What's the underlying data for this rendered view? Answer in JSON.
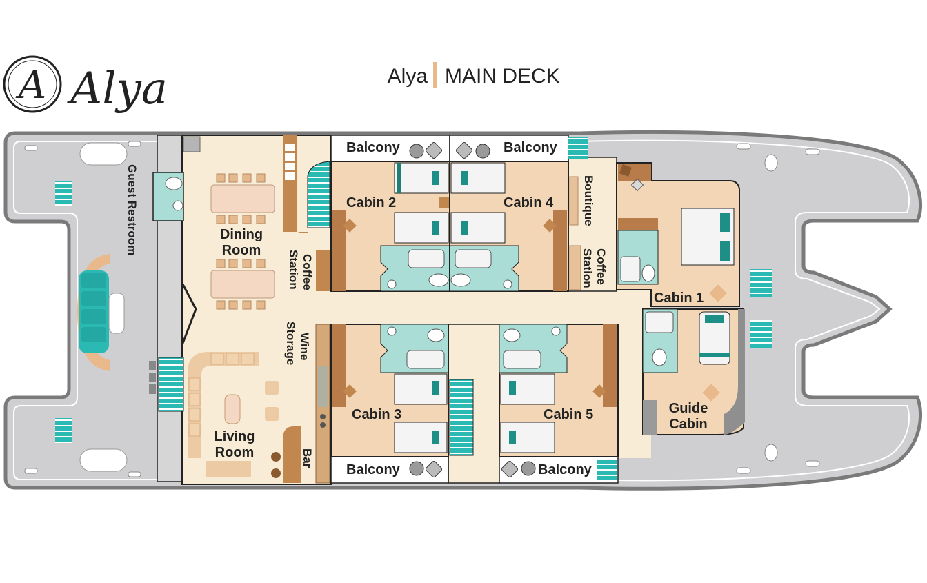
{
  "logo": {
    "monogram": "A",
    "name": "Alya"
  },
  "header": {
    "ship": "Alya",
    "deck": "MAIN DECK"
  },
  "colors": {
    "hull": "#d0d0d2",
    "hull_outline": "#777777",
    "floor": "#f9ecd6",
    "cabin": "#f2d6b6",
    "bath": "#a9ddd6",
    "teal": "#2bb9b4",
    "wood": "#b87c4a",
    "bed": "#f4f4f4",
    "balcony": "#ffffff",
    "title_bar": "#e9b88b"
  },
  "rooms": {
    "guest_restroom": "Guest Restroom",
    "dining_room": {
      "line1": "Dining",
      "line2": "Room"
    },
    "coffee_station_left": {
      "line1": "Coffee",
      "line2": "Station"
    },
    "coffee_station_right": {
      "line1": "Coffee",
      "line2": "Station"
    },
    "wine_storage": {
      "line1": "Wine",
      "line2": "Storage"
    },
    "living_room": {
      "line1": "Living",
      "line2": "Room"
    },
    "bar": "Bar",
    "boutique": "Boutique",
    "cabin_1": "Cabin 1",
    "cabin_2": "Cabin 2",
    "cabin_3": "Cabin 3",
    "cabin_4": "Cabin 4",
    "cabin_5": "Cabin 5",
    "guide_cabin": {
      "line1": "Guide",
      "line2": "Cabin"
    },
    "balcony_cabin_2": "Balcony",
    "balcony_cabin_4": "Balcony",
    "balcony_cabin_3": "Balcony",
    "balcony_cabin_5": "Balcony"
  }
}
